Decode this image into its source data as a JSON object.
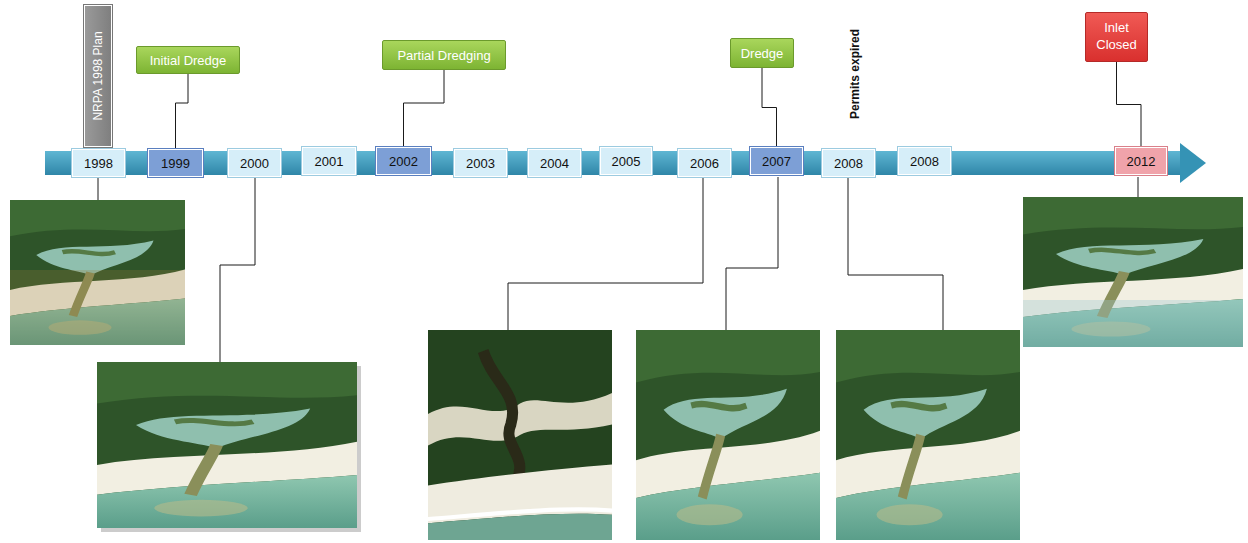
{
  "diagram": {
    "nodes": [
      {
        "text": [
          "NRPA 1998 Plan"
        ]
      },
      {
        "text": [
          "Initial Dredge"
        ]
      },
      {
        "text": [
          "Partial Dredging"
        ]
      },
      {
        "text": [
          "Dredge"
        ]
      },
      {
        "text": [
          "Inlet Closed"
        ]
      },
      {
        "text": [
          "1998"
        ]
      },
      {
        "text": [
          "1999"
        ]
      },
      {
        "text": [
          "2000"
        ]
      },
      {
        "text": [
          "2001"
        ]
      },
      {
        "text": [
          "2002"
        ]
      },
      {
        "text": [
          "2003"
        ]
      },
      {
        "text": [
          "2004"
        ]
      },
      {
        "text": [
          "2005"
        ]
      },
      {
        "text": [
          "2006"
        ]
      },
      {
        "text": [
          "2007"
        ]
      },
      {
        "text": [
          "2008"
        ]
      },
      {
        "text": [
          "2008"
        ]
      },
      {
        "text": [
          "2012"
        ]
      }
    ],
    "edges": [
      {
        "from": 1,
        "to": 6,
        "arrow": "none"
      },
      {
        "from": 2,
        "to": 9,
        "arrow": "none"
      },
      {
        "from": 3,
        "to": 14,
        "arrow": "none"
      },
      {
        "from": 4,
        "to": 17,
        "arrow": "none"
      }
    ],
    "labels": [
      "Permits expired"
    ]
  }
}
